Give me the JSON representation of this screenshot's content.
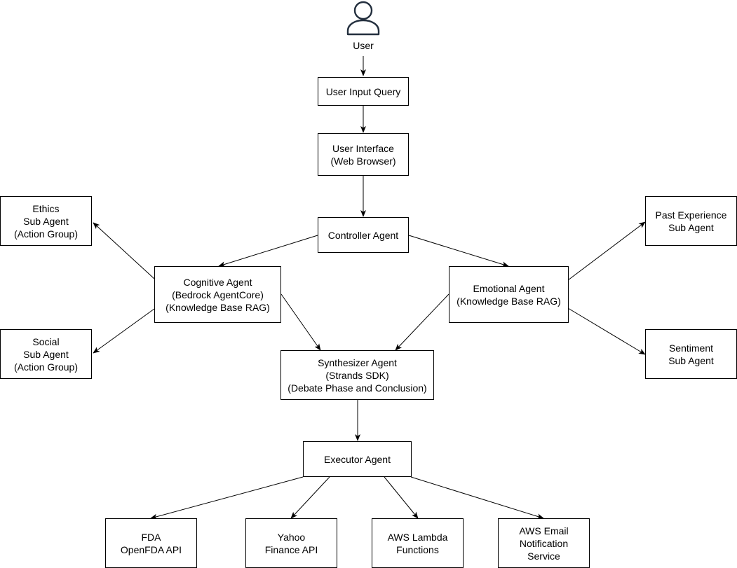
{
  "colors": {
    "stroke": "#000000",
    "fill": "#ffffff",
    "user_icon": "#232f3e"
  },
  "user": {
    "icon": "user-icon",
    "label": "User"
  },
  "nodes": {
    "user_input_query": "User Input Query",
    "user_interface": "User Interface\n(Web Browser)",
    "controller_agent": "Controller Agent",
    "ethics_sub_agent": "Ethics\nSub Agent\n(Action Group)",
    "social_sub_agent": "Social\nSub Agent\n(Action Group)",
    "cognitive_agent": "Cognitive Agent\n(Bedrock AgentCore)\n(Knowledge Base RAG)",
    "emotional_agent": "Emotional Agent\n(Knowledge Base RAG)",
    "past_experience_sub_agent": "Past Experience\nSub Agent",
    "sentiment_sub_agent": "Sentiment\nSub Agent",
    "synthesizer_agent": "Synthesizer Agent\n(Strands SDK)\n(Debate Phase and Conclusion)",
    "executor_agent": "Executor Agent",
    "fda_api": "FDA\nOpenFDA API",
    "yahoo_api": "Yahoo\nFinance API",
    "aws_lambda": "AWS Lambda\nFunctions",
    "aws_email": "AWS Email\nNotification\nService"
  }
}
